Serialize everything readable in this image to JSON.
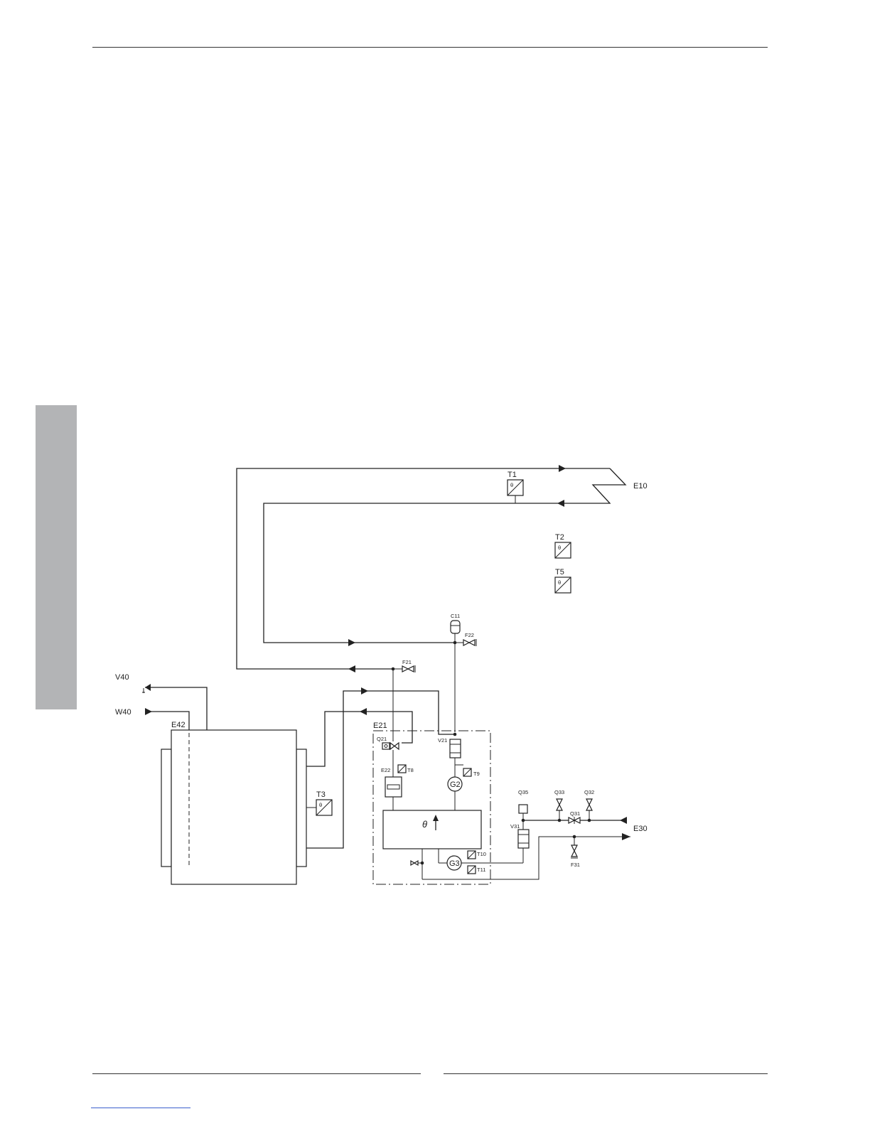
{
  "labels": {
    "e10": "E10",
    "e30": "E30",
    "e21": "E21",
    "e22": "E22",
    "e42": "E42",
    "v40": "V40",
    "w40": "W40",
    "t1": "T1",
    "t2": "T2",
    "t3": "T3",
    "t5": "T5",
    "t8": "T8",
    "t9": "T9",
    "t10": "T10",
    "t11": "T11",
    "c11": "C11",
    "f21": "F21",
    "f22": "F22",
    "f31": "F31",
    "q21": "Q21",
    "q31": "Q31",
    "q32": "Q32",
    "q33": "Q33",
    "q35": "Q35",
    "v21": "V21",
    "v31": "V31",
    "g2": "G2",
    "g3": "G3"
  },
  "symbols": {
    "theta": "θ"
  }
}
